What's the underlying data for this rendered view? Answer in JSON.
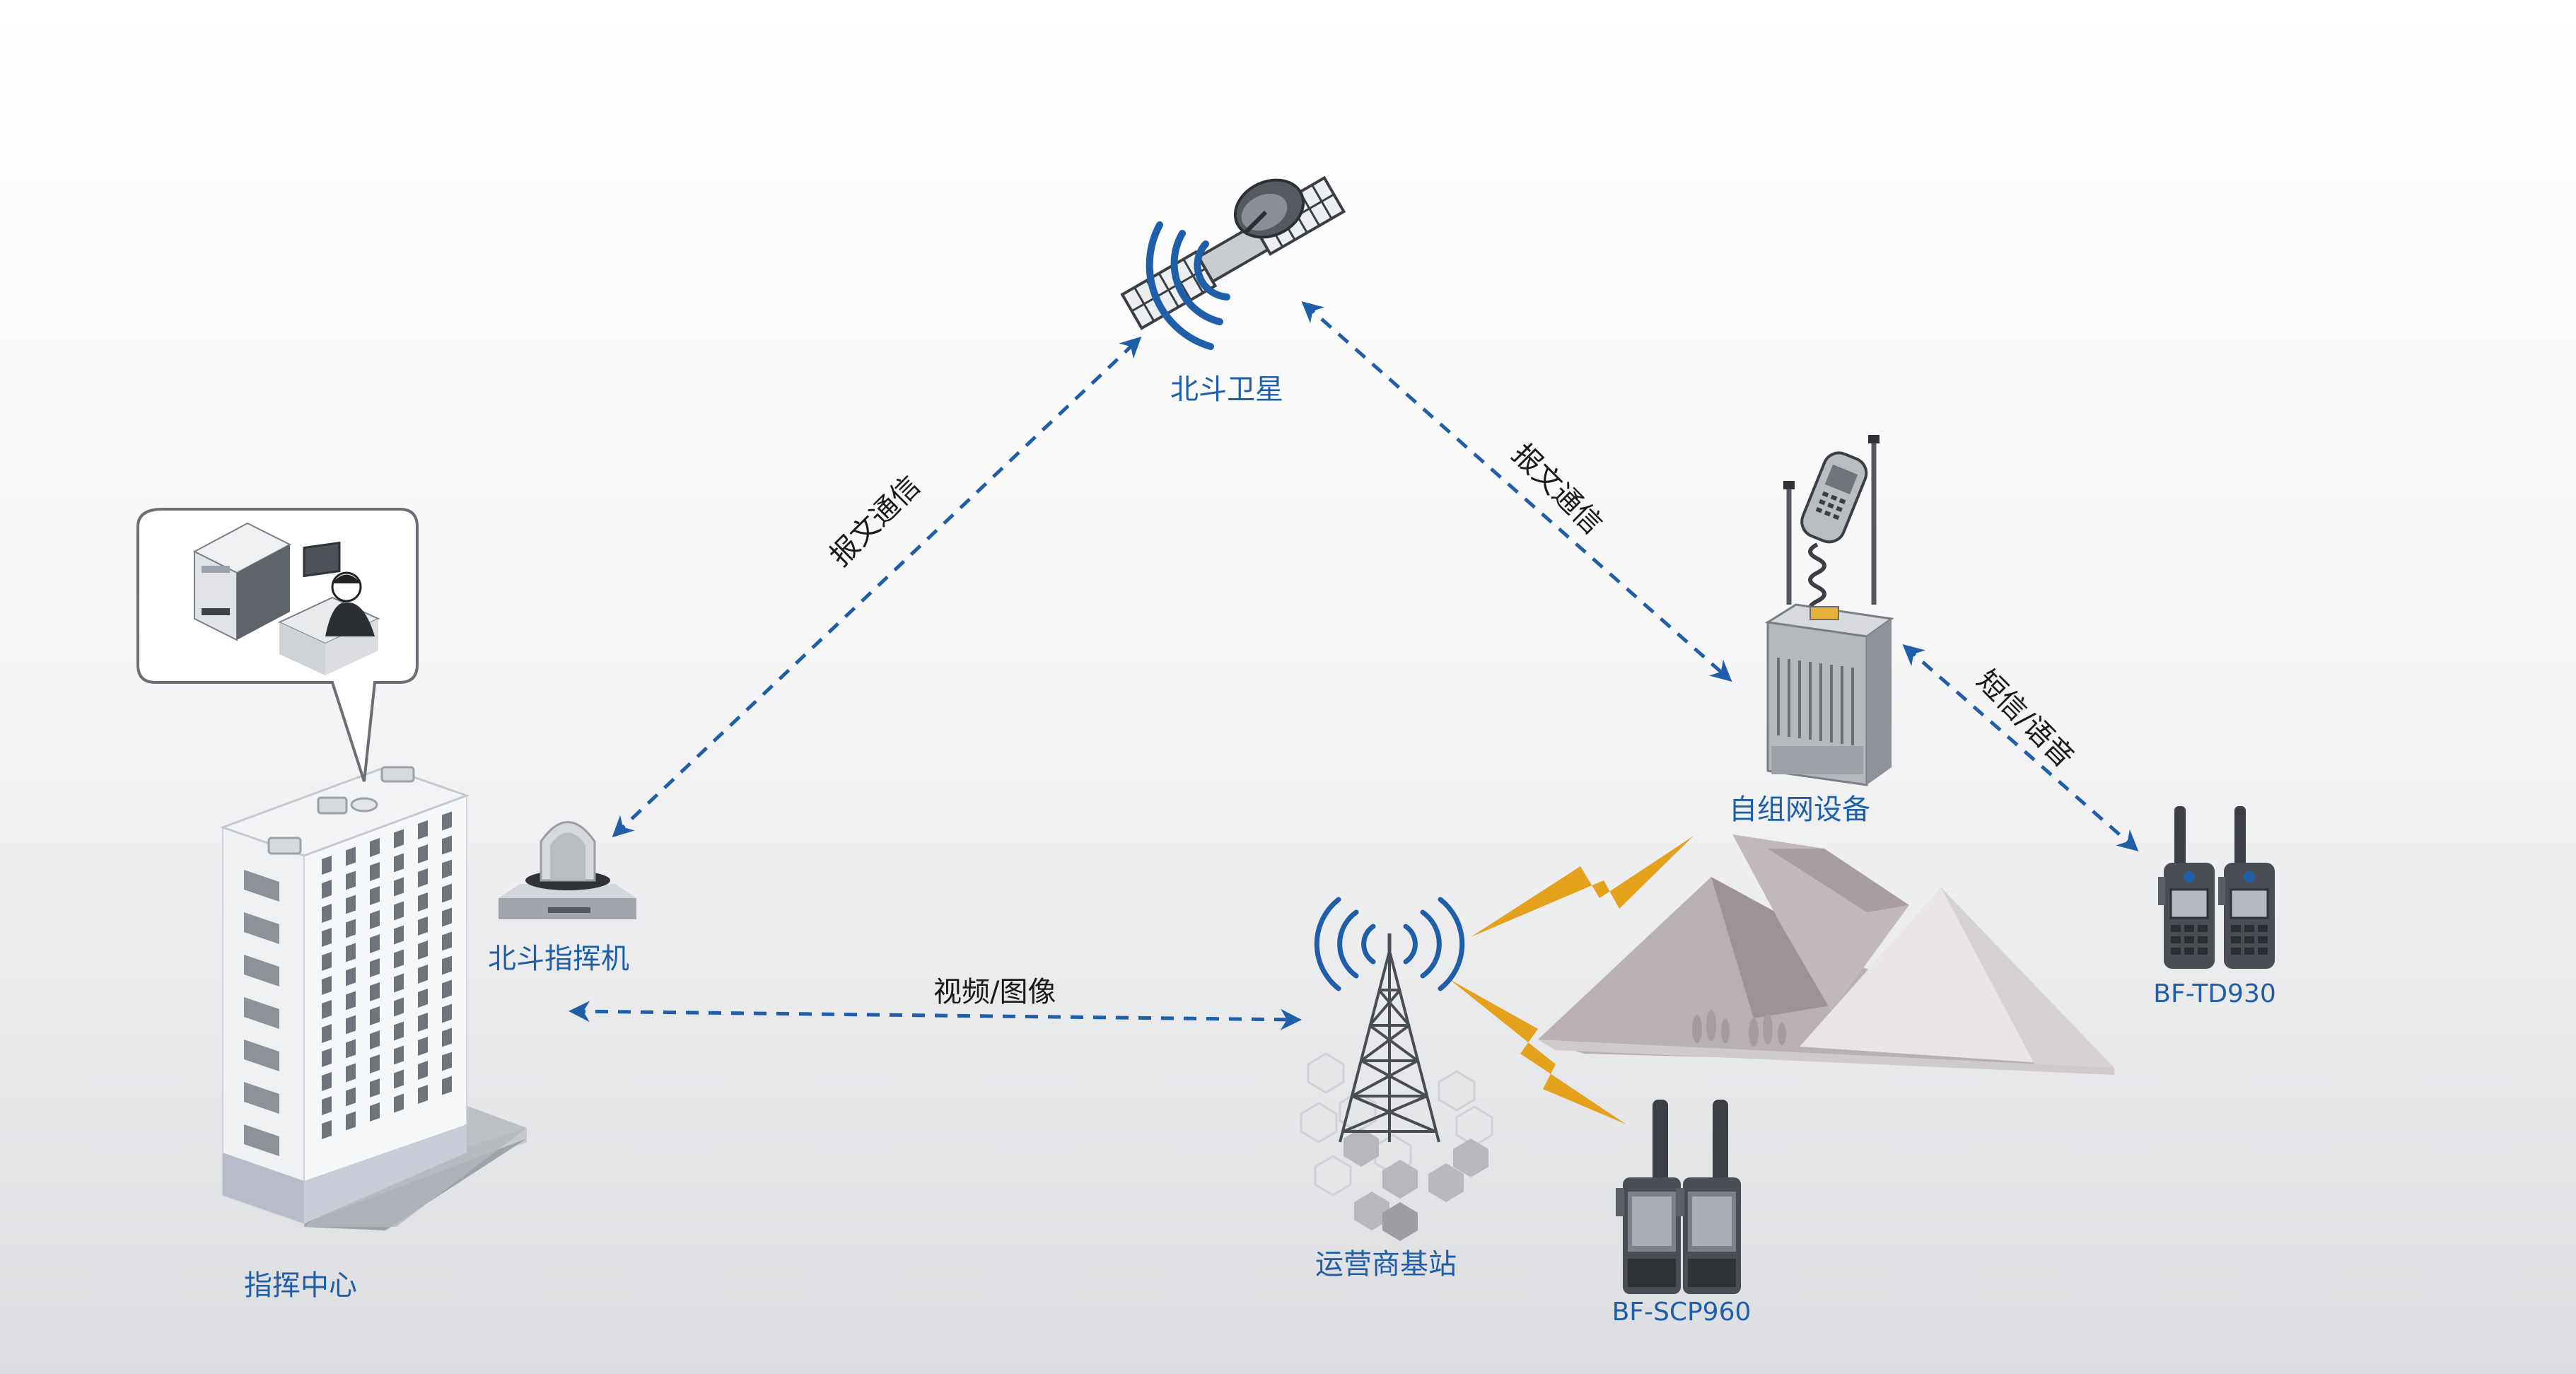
{
  "nodes": {
    "satellite": {
      "label": "北斗卫星"
    },
    "beidou_terminal": {
      "label": "北斗指挥机"
    },
    "command_center": {
      "label": "指挥中心"
    },
    "mesh_device": {
      "label": "自组网设备"
    },
    "base_station": {
      "label": "运营商基站"
    },
    "radio_td930": {
      "label": "BF-TD930"
    },
    "radio_scp960": {
      "label": "BF-SCP960"
    }
  },
  "links": {
    "terminal_satellite": {
      "label": "报文通信"
    },
    "satellite_mesh": {
      "label": "报文通信"
    },
    "mesh_radio": {
      "label": "短信/语音"
    },
    "center_basestation": {
      "label": "视频/图像"
    }
  },
  "colors": {
    "label": "#1f5ea8",
    "arrow": "#1f5ea8",
    "lightning": "#e4a11b",
    "background_top": "#ffffff",
    "background_bottom": "#dcdde0"
  }
}
